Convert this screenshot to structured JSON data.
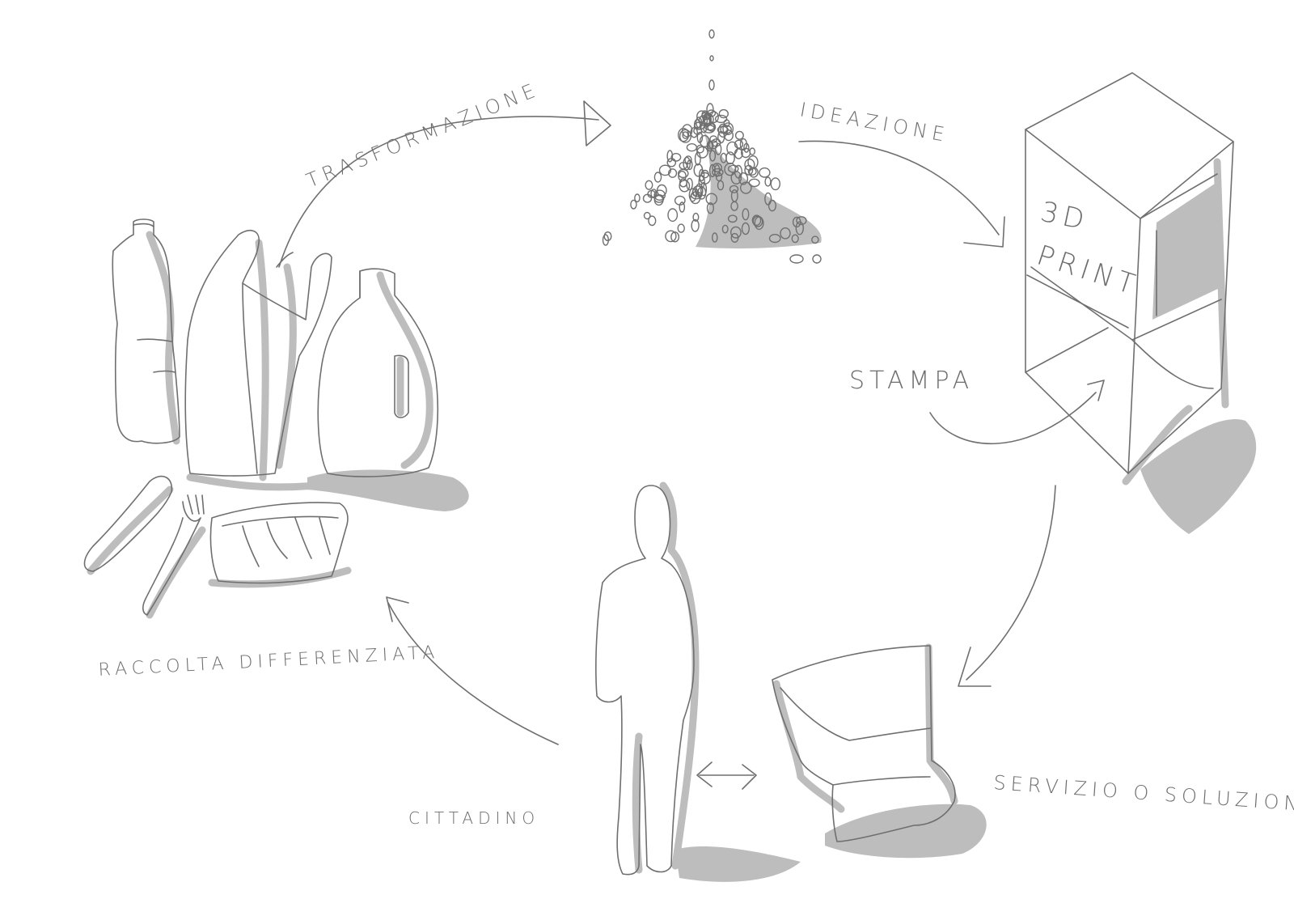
{
  "labels": {
    "trasformazione": "TRASFORMAZIONE",
    "ideazione": "IDEAZIONE",
    "print_3d": "3D",
    "print_word": "PRINT",
    "stampa": "STAMPA",
    "raccolta": "RACCOLTA DIFFERENZIATA",
    "cittadino": "CITTADINO",
    "servizio": "SERVIZIO O SOLUZIONE"
  }
}
